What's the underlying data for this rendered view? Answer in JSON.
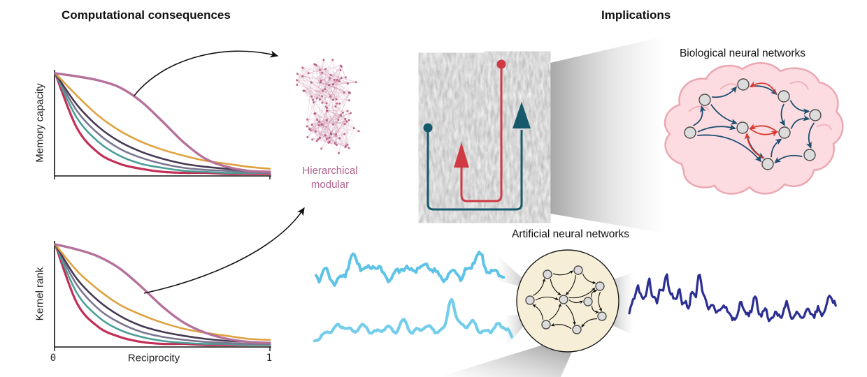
{
  "titles": {
    "left": "Computational consequences",
    "right": "Implications"
  },
  "axes": {
    "memory_ylabel": "Memory capacity",
    "kernel_ylabel": "Kernel rank",
    "xlabel": "Reciprocity",
    "tick_min": "0",
    "tick_max": "1"
  },
  "labels": {
    "hierarchical_line1": "Hierarchical",
    "hierarchical_line2": "modular",
    "biological": "Biological neural networks",
    "artificial": "Artificial neural networks"
  },
  "colors": {
    "hierarchical_label": "#b0618c",
    "hairball": "#b2557b",
    "brain_fill": "#fcdce0",
    "brain_stroke": "#eba7b2",
    "brain_edge_navy": "#1d4f70",
    "brain_edge_red": "#d93a31",
    "node_fill": "#dcdcdc",
    "node_stroke": "#4d4d4d",
    "ann_circle_fill": "#f6eed6",
    "signal_light_blue": "#5ec3e6",
    "signal_light_blue_2": "#74cdea",
    "signal_navy": "#2b2f92",
    "electrode_teal": "#15596b",
    "electrode_red": "#cf3a45",
    "arrow_black": "#111111"
  },
  "chart_data": [
    {
      "type": "line",
      "title": "",
      "xlabel": "Reciprocity",
      "ylabel": "Memory capacity",
      "xlim": [
        0,
        1
      ],
      "grid": false,
      "legend": "none",
      "x": [
        0,
        0.1,
        0.2,
        0.3,
        0.4,
        0.5,
        0.6,
        0.7,
        0.8,
        0.9,
        1
      ],
      "series": [
        {
          "name": "pink-mauve",
          "color": "#b5719b",
          "values": [
            1.0,
            0.97,
            0.93,
            0.86,
            0.72,
            0.52,
            0.31,
            0.15,
            0.07,
            0.03,
            0.02
          ]
        },
        {
          "name": "orange",
          "color": "#dfa13f",
          "values": [
            1.0,
            0.78,
            0.58,
            0.43,
            0.32,
            0.24,
            0.18,
            0.13,
            0.1,
            0.07,
            0.05
          ]
        },
        {
          "name": "dark-purple",
          "color": "#463a54",
          "values": [
            1.0,
            0.69,
            0.47,
            0.32,
            0.22,
            0.15,
            0.1,
            0.07,
            0.05,
            0.03,
            0.02
          ]
        },
        {
          "name": "slate",
          "color": "#7b7690",
          "values": [
            1.0,
            0.63,
            0.4,
            0.25,
            0.16,
            0.1,
            0.06,
            0.04,
            0.03,
            0.02,
            0.01
          ]
        },
        {
          "name": "teal",
          "color": "#4b9e97",
          "values": [
            1.0,
            0.56,
            0.32,
            0.18,
            0.1,
            0.06,
            0.03,
            0.02,
            0.01,
            0.01,
            0.01
          ]
        },
        {
          "name": "crimson",
          "color": "#c22f57",
          "values": [
            1.0,
            0.46,
            0.21,
            0.1,
            0.05,
            0.02,
            0.01,
            0.01,
            0.0,
            0.0,
            0.0
          ]
        }
      ]
    },
    {
      "type": "line",
      "title": "",
      "xlabel": "Reciprocity",
      "ylabel": "Kernel rank",
      "xlim": [
        0,
        1
      ],
      "grid": false,
      "legend": "none",
      "x": [
        0,
        0.1,
        0.2,
        0.3,
        0.4,
        0.5,
        0.6,
        0.7,
        0.8,
        0.9,
        1
      ],
      "series": [
        {
          "name": "pink-mauve",
          "color": "#b5719b",
          "values": [
            1.0,
            0.95,
            0.88,
            0.76,
            0.58,
            0.38,
            0.22,
            0.12,
            0.06,
            0.03,
            0.02
          ]
        },
        {
          "name": "orange",
          "color": "#dfa13f",
          "values": [
            1.0,
            0.74,
            0.55,
            0.4,
            0.3,
            0.22,
            0.16,
            0.12,
            0.09,
            0.06,
            0.05
          ]
        },
        {
          "name": "dark-purple",
          "color": "#463a54",
          "values": [
            1.0,
            0.66,
            0.44,
            0.29,
            0.19,
            0.13,
            0.09,
            0.06,
            0.04,
            0.03,
            0.02
          ]
        },
        {
          "name": "slate",
          "color": "#7b7690",
          "values": [
            1.0,
            0.6,
            0.36,
            0.22,
            0.13,
            0.08,
            0.05,
            0.03,
            0.02,
            0.01,
            0.01
          ]
        },
        {
          "name": "teal",
          "color": "#4b9e97",
          "values": [
            1.0,
            0.52,
            0.28,
            0.15,
            0.08,
            0.04,
            0.02,
            0.01,
            0.01,
            0.0,
            0.0
          ]
        },
        {
          "name": "crimson",
          "color": "#c22f57",
          "values": [
            1.0,
            0.42,
            0.18,
            0.08,
            0.03,
            0.01,
            0.01,
            0.0,
            0.0,
            0.0,
            0.0
          ]
        }
      ]
    }
  ]
}
